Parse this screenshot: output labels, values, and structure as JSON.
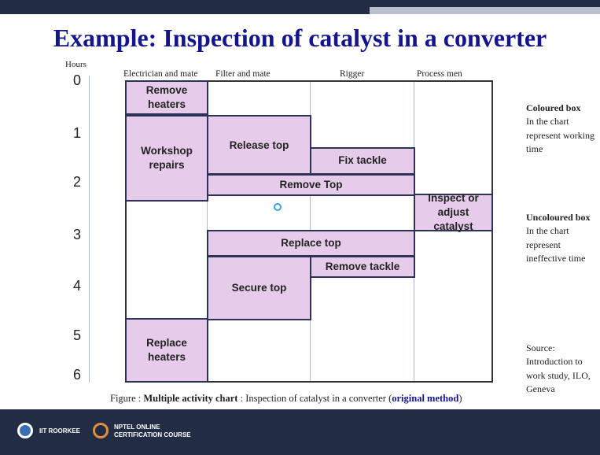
{
  "title": "Example: Inspection of catalyst in a converter",
  "axis": {
    "hours_label": "Hours",
    "ticks": [
      "0",
      "1",
      "2",
      "3",
      "4",
      "5",
      "6"
    ]
  },
  "columns": [
    "Electrician and mate",
    "Filter and mate",
    "Rigger",
    "Process men"
  ],
  "activities": {
    "remove_heaters": "Remove\nheaters",
    "workshop_repairs": "Workshop\nrepairs",
    "replace_heaters": "Replace\nheaters",
    "release_top": "Release top",
    "fix_tackle": "Fix tackle",
    "remove_top": "Remove Top",
    "inspect_catalyst": "Inspect or adjust\ncatalyst",
    "replace_top": "Replace top",
    "remove_tackle": "Remove tackle",
    "secure_top": "Secure top"
  },
  "legend": {
    "coloured_title": "Coloured box",
    "coloured_text": "In the chart represent working  time",
    "uncoloured_title": "Uncoloured box",
    "uncoloured_text": "In the chart represent ineffective time",
    "source": "Source: Introduction to work study, ILO, Geneva"
  },
  "caption": {
    "prefix": "Figure : ",
    "bold": "Multiple activity chart",
    "middle": " : Inspection of catalyst in a converter (",
    "highlight": "original method",
    "suffix": ")"
  },
  "footer": {
    "org1": "IIT ROORKEE",
    "org2_line1": "NPTEL ONLINE",
    "org2_line2": "CERTIFICATION COURSE"
  },
  "colors": {
    "header_bar": "#232c45",
    "title": "#14148c",
    "box_fill": "#e6ccea",
    "box_border": "#2c3354"
  }
}
